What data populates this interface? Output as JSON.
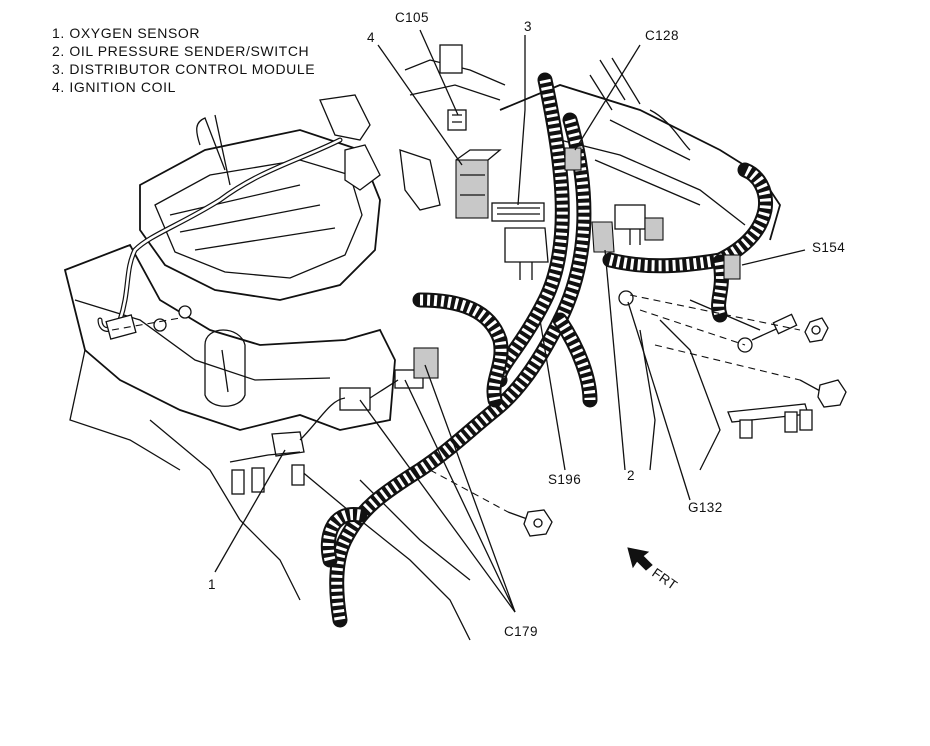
{
  "legend": {
    "items": [
      "1. OXYGEN SENSOR",
      "2. OIL PRESSURE SENDER/SWITCH",
      "3. DISTRIBUTOR CONTROL MODULE",
      "4. IGNITION COIL"
    ]
  },
  "callouts": {
    "c105": "C105",
    "num3": "3",
    "c128": "C128",
    "num4": "4",
    "s154": "S154",
    "s196": "S196",
    "num2": "2",
    "g132": "G132",
    "num1": "1",
    "c179": "C179"
  },
  "direction": {
    "label": "FRT",
    "arrow_icon": "front-direction-arrow-icon"
  },
  "colors": {
    "line": "#111111",
    "shade": "#c8c8c8",
    "background": "#ffffff"
  }
}
